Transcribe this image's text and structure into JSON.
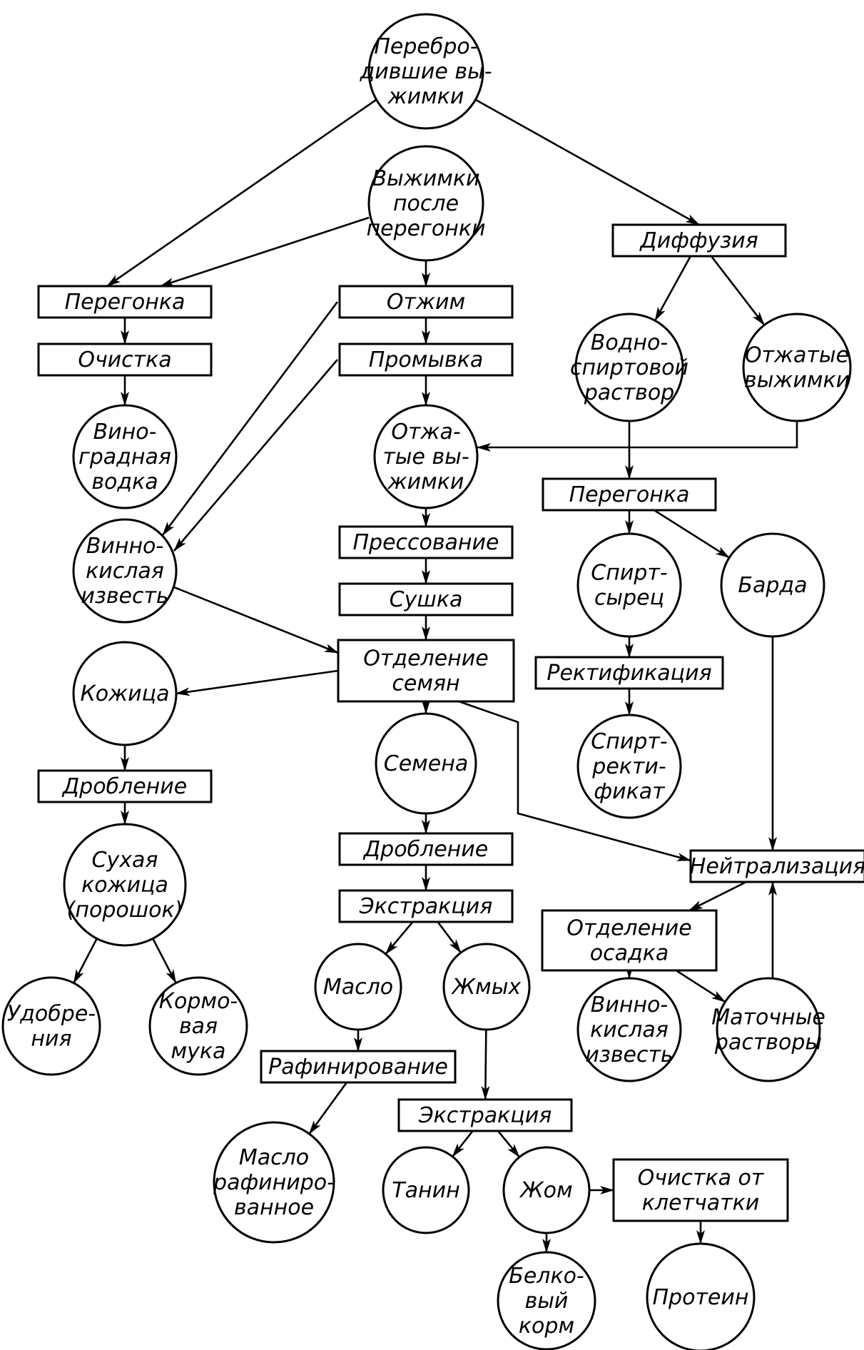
{
  "nodes": [
    {
      "id": "perebrod",
      "shape": "circle",
      "lines": [
        "Перебро-",
        "дившие вы-",
        "жимки"
      ]
    },
    {
      "id": "vyzh_posle",
      "shape": "circle",
      "lines": [
        "Выжимки",
        "после",
        "перегонки"
      ]
    },
    {
      "id": "diffuziya",
      "shape": "rect",
      "lines": [
        "Диффузия"
      ]
    },
    {
      "id": "peregonka1",
      "shape": "rect",
      "lines": [
        "Перегонка"
      ]
    },
    {
      "id": "ochistka",
      "shape": "rect",
      "lines": [
        "Очистка"
      ]
    },
    {
      "id": "vinogradnaya",
      "shape": "circle",
      "lines": [
        "Вино-",
        "градная",
        "водка"
      ]
    },
    {
      "id": "otzhim",
      "shape": "rect",
      "lines": [
        "Отжим"
      ]
    },
    {
      "id": "promyvka",
      "shape": "rect",
      "lines": [
        "Промывка"
      ]
    },
    {
      "id": "vodnospirt",
      "shape": "circle",
      "lines": [
        "Водно-",
        "спиртовой",
        "раствор"
      ]
    },
    {
      "id": "otzhatye_r",
      "shape": "circle",
      "lines": [
        "Отжатые",
        "выжимки"
      ]
    },
    {
      "id": "otzhatye_c",
      "shape": "circle",
      "lines": [
        "Отжа-",
        "тые вы-",
        "жимки"
      ]
    },
    {
      "id": "peregonka2",
      "shape": "rect",
      "lines": [
        "Перегонка"
      ]
    },
    {
      "id": "vinnokisl1",
      "shape": "circle",
      "lines": [
        "Винно-",
        "кислая",
        "известь"
      ]
    },
    {
      "id": "pressovanie",
      "shape": "rect",
      "lines": [
        "Прессование"
      ]
    },
    {
      "id": "sushka",
      "shape": "rect",
      "lines": [
        "Сушка"
      ]
    },
    {
      "id": "spirt_syrec",
      "shape": "circle",
      "lines": [
        "Спирт-",
        "сырец"
      ]
    },
    {
      "id": "barda",
      "shape": "circle",
      "lines": [
        "Барда"
      ]
    },
    {
      "id": "otdel_semyan",
      "shape": "rect",
      "lines": [
        "Отделение",
        "семян"
      ]
    },
    {
      "id": "kozhica",
      "shape": "circle",
      "lines": [
        "Кожица"
      ]
    },
    {
      "id": "rektifikaciya",
      "shape": "rect",
      "lines": [
        "Ректификация"
      ]
    },
    {
      "id": "spirt_rekt",
      "shape": "circle",
      "lines": [
        "Спирт-",
        "ректи-",
        "фикат"
      ]
    },
    {
      "id": "semena",
      "shape": "circle",
      "lines": [
        "Семена"
      ]
    },
    {
      "id": "droblenie1",
      "shape": "rect",
      "lines": [
        "Дробление"
      ]
    },
    {
      "id": "droblenie2",
      "shape": "rect",
      "lines": [
        "Дробление"
      ]
    },
    {
      "id": "neitralizaciya",
      "shape": "rect",
      "lines": [
        "Нейтрализация"
      ]
    },
    {
      "id": "suhaya",
      "shape": "circle",
      "lines": [
        "Сухая",
        "кожица",
        "(порошок)"
      ]
    },
    {
      "id": "ekstrakciya1",
      "shape": "rect",
      "lines": [
        "Экстракция"
      ]
    },
    {
      "id": "otdel_osadka",
      "shape": "rect",
      "lines": [
        "Отделение",
        "осадка"
      ]
    },
    {
      "id": "maslo",
      "shape": "circle",
      "lines": [
        "Масло"
      ]
    },
    {
      "id": "zhmyh",
      "shape": "circle",
      "lines": [
        "Жмых"
      ]
    },
    {
      "id": "udobreniya",
      "shape": "circle",
      "lines": [
        "Удобре-",
        "ния"
      ]
    },
    {
      "id": "kormovaya",
      "shape": "circle",
      "lines": [
        "Кормо-",
        "вая",
        "мука"
      ]
    },
    {
      "id": "vinnokisl2",
      "shape": "circle",
      "lines": [
        "Винно-",
        "кислая",
        "известь"
      ]
    },
    {
      "id": "matochnye",
      "shape": "circle",
      "lines": [
        "Маточные",
        "растворы"
      ]
    },
    {
      "id": "rafinirovanie",
      "shape": "rect",
      "lines": [
        "Рафинирование"
      ]
    },
    {
      "id": "ekstrakciya2",
      "shape": "rect",
      "lines": [
        "Экстракция"
      ]
    },
    {
      "id": "maslo_raf",
      "shape": "circle",
      "lines": [
        "Масло",
        "рафиниро-",
        "ванное"
      ]
    },
    {
      "id": "tanin",
      "shape": "circle",
      "lines": [
        "Танин"
      ]
    },
    {
      "id": "zhom",
      "shape": "circle",
      "lines": [
        "Жом"
      ]
    },
    {
      "id": "ochistka_klet",
      "shape": "rect",
      "lines": [
        "Очистка от",
        "клетчатки"
      ]
    },
    {
      "id": "belkovyi",
      "shape": "circle",
      "lines": [
        "Белко-",
        "вый",
        "корм"
      ]
    },
    {
      "id": "protein",
      "shape": "circle",
      "lines": [
        "Протеин"
      ]
    }
  ],
  "edges": [
    [
      "perebrod",
      "peregonka1"
    ],
    [
      "perebrod",
      "diffuziya"
    ],
    [
      "vyzh_posle",
      "peregonka1"
    ],
    [
      "vyzh_posle",
      "otzhim"
    ],
    [
      "peregonka1",
      "ochistka"
    ],
    [
      "ochistka",
      "vinogradnaya"
    ],
    [
      "otzhim",
      "promyvka"
    ],
    [
      "otzhim",
      "vinnokisl1"
    ],
    [
      "promyvka",
      "vinnokisl1"
    ],
    [
      "promyvka",
      "otzhatye_c"
    ],
    [
      "diffuziya",
      "vodnospirt"
    ],
    [
      "diffuziya",
      "otzhatye_r"
    ],
    [
      "otzhatye_r",
      "otzhatye_c"
    ],
    [
      "vodnospirt",
      "peregonka2"
    ],
    [
      "peregonka2",
      "spirt_syrec"
    ],
    [
      "peregonka2",
      "barda"
    ],
    [
      "spirt_syrec",
      "rektifikaciya"
    ],
    [
      "rektifikaciya",
      "spirt_rekt"
    ],
    [
      "otzhatye_c",
      "pressovanie"
    ],
    [
      "pressovanie",
      "sushka"
    ],
    [
      "sushka",
      "otdel_semyan"
    ],
    [
      "vinnokisl1",
      "otdel_semyan"
    ],
    [
      "otdel_semyan",
      "kozhica"
    ],
    [
      "otdel_semyan",
      "semena"
    ],
    [
      "otdel_semyan",
      "neitralizaciya"
    ],
    [
      "kozhica",
      "droblenie1"
    ],
    [
      "droblenie1",
      "suhaya"
    ],
    [
      "suhaya",
      "udobreniya"
    ],
    [
      "suhaya",
      "kormovaya"
    ],
    [
      "semena",
      "droblenie2"
    ],
    [
      "droblenie2",
      "ekstrakciya1"
    ],
    [
      "ekstrakciya1",
      "maslo"
    ],
    [
      "ekstrakciya1",
      "zhmyh"
    ],
    [
      "maslo",
      "rafinirovanie"
    ],
    [
      "rafinirovanie",
      "maslo_raf"
    ],
    [
      "zhmyh",
      "ekstrakciya2"
    ],
    [
      "ekstrakciya2",
      "tanin"
    ],
    [
      "ekstrakciya2",
      "zhom"
    ],
    [
      "zhom",
      "ochistka_klet"
    ],
    [
      "zhom",
      "belkovyi"
    ],
    [
      "ochistka_klet",
      "protein"
    ],
    [
      "barda",
      "neitralizaciya"
    ],
    [
      "neitralizaciya",
      "otdel_osadka"
    ],
    [
      "otdel_osadka",
      "vinnokisl2"
    ],
    [
      "otdel_osadka",
      "matochnye"
    ],
    [
      "matochnye",
      "neitralizaciya"
    ]
  ]
}
